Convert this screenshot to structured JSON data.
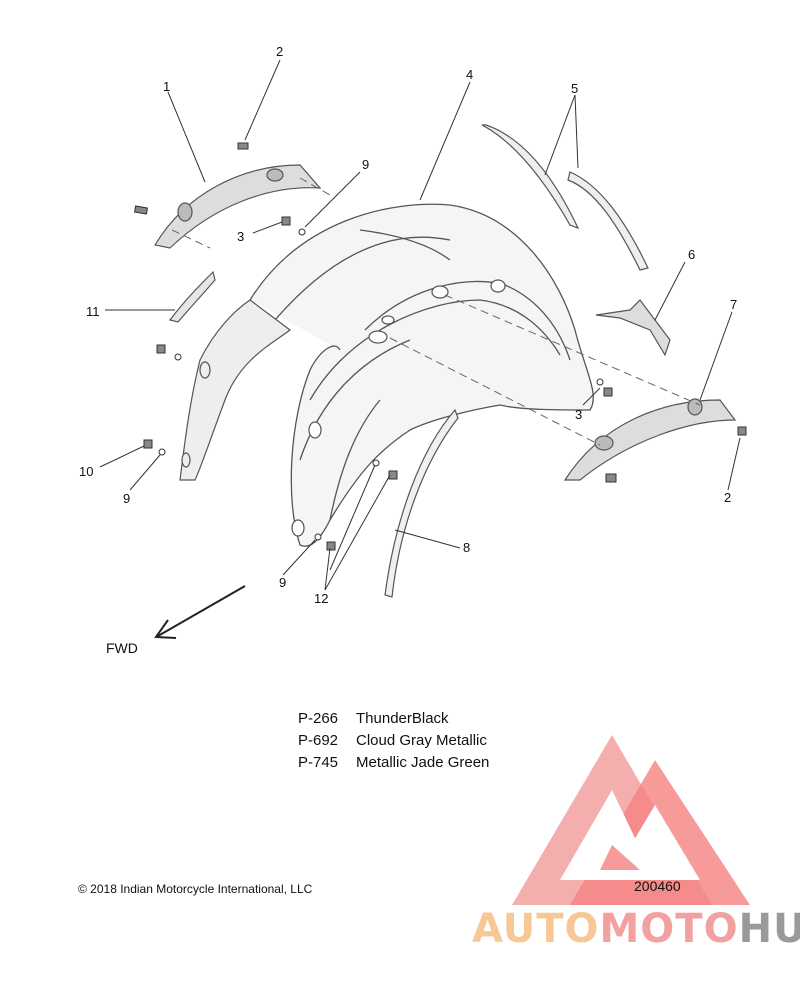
{
  "callouts": [
    {
      "id": "c1",
      "text": "1"
    },
    {
      "id": "c2a",
      "text": "2"
    },
    {
      "id": "c3a",
      "text": "3"
    },
    {
      "id": "c4",
      "text": "4"
    },
    {
      "id": "c5",
      "text": "5"
    },
    {
      "id": "c6",
      "text": "6"
    },
    {
      "id": "c7",
      "text": "7"
    },
    {
      "id": "c8",
      "text": "8"
    },
    {
      "id": "c9a",
      "text": "9"
    },
    {
      "id": "c9b",
      "text": "9"
    },
    {
      "id": "c9c",
      "text": "9"
    },
    {
      "id": "c10",
      "text": "10"
    },
    {
      "id": "c11",
      "text": "11"
    },
    {
      "id": "c3b",
      "text": "3"
    },
    {
      "id": "c2b",
      "text": "2"
    },
    {
      "id": "c12",
      "text": "12"
    }
  ],
  "direction_label": "FWD",
  "paint_codes": [
    {
      "code": "P-266",
      "color": "ThunderBlack"
    },
    {
      "code": "P-692",
      "color": "Cloud Gray Metallic"
    },
    {
      "code": "P-745",
      "color": "Metallic Jade Green"
    }
  ],
  "copyright": "© 2018 Indian Motorcycle International, LLC",
  "drawing_number": "200460",
  "watermark": {
    "part1": "AUTO",
    "part2": "MOTO",
    "part3": "HUB",
    "colors": {
      "red": "#f06a6a",
      "peach": "#f7c896",
      "gray": "#9a9a9a"
    }
  }
}
